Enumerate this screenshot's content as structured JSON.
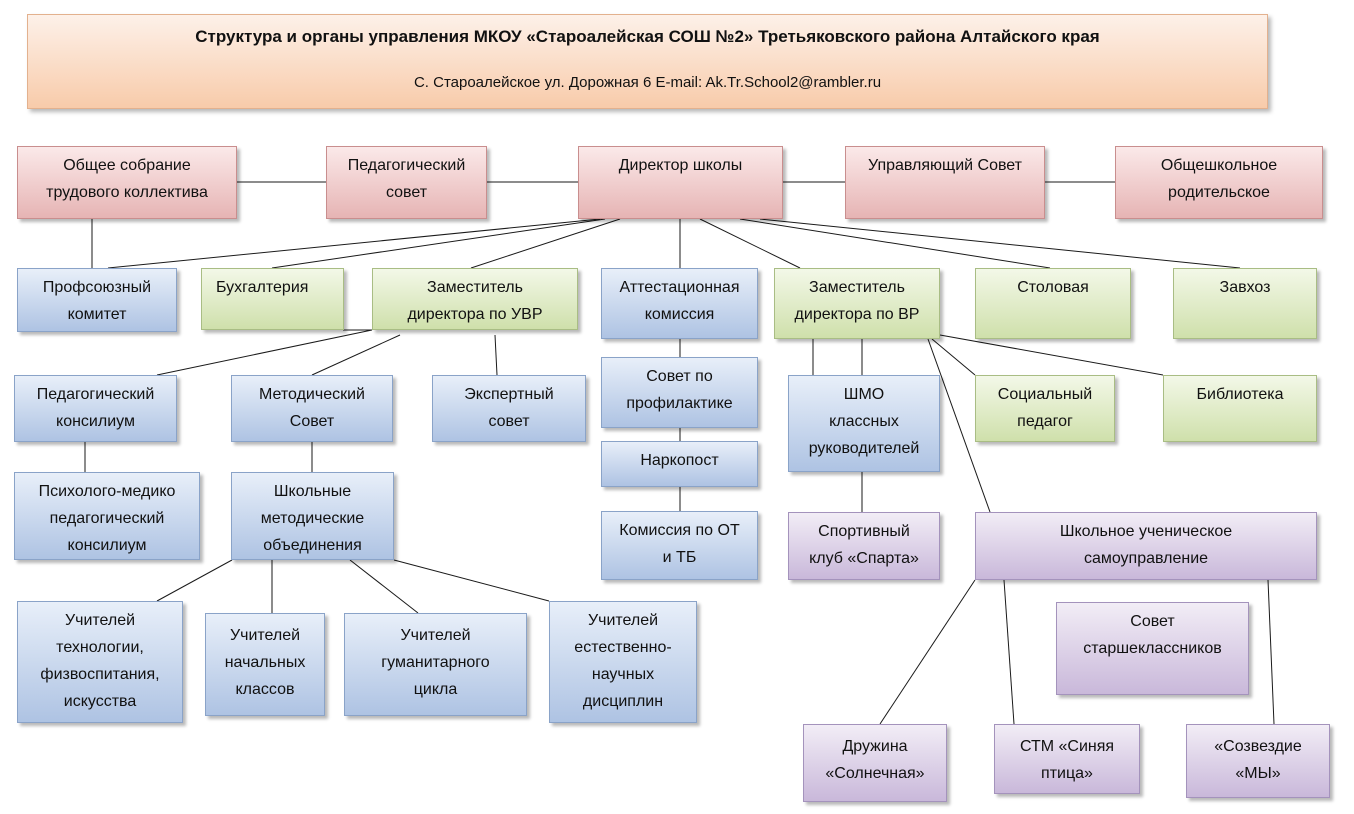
{
  "header": {
    "title": "Структура  и  органы  управления  МКОУ «Староалейская  СОШ №2» Третьяковского района Алтайского края",
    "address": "С. Староалейское  ул. Дорожная   6    E-mail: Ak.Tr.School2@rambler.ru"
  },
  "nodes": {
    "obshee_sobranie": {
      "lines": [
        "Общее собрание",
        "трудового коллектива"
      ]
    },
    "ped_sovet": {
      "lines": [
        "Педагогический",
        "совет"
      ]
    },
    "direktor": {
      "lines": [
        "Директор школы"
      ]
    },
    "upr_sovet": {
      "lines": [
        "Управляющий  Совет"
      ]
    },
    "rod_sovet": {
      "lines": [
        "Общешкольное",
        "родительское"
      ]
    },
    "profkom": {
      "lines": [
        "Профсоюзный",
        "комитет"
      ]
    },
    "buhgalteria": {
      "lines": [
        "Бухгалтерия"
      ]
    },
    "zam_uvr": {
      "lines": [
        "Заместитель",
        "директора по УВР"
      ]
    },
    "attest": {
      "lines": [
        "Аттестационная",
        "комиссия"
      ]
    },
    "zam_vr": {
      "lines": [
        "Заместитель",
        "директора по ВР"
      ]
    },
    "stolovaya": {
      "lines": [
        "Столовая"
      ]
    },
    "zavhoz": {
      "lines": [
        "Завхоз"
      ]
    },
    "ped_konsilium": {
      "lines": [
        "Педагогический",
        "консилиум"
      ]
    },
    "metod_sovet": {
      "lines": [
        "Методический",
        "Совет"
      ]
    },
    "expert": {
      "lines": [
        "Экспертный",
        "совет"
      ]
    },
    "profilaktika": {
      "lines": [
        "Совет по",
        "профилактике"
      ]
    },
    "narkopost": {
      "lines": [
        "Наркопост"
      ]
    },
    "shmo": {
      "lines": [
        "ШМО",
        "классных",
        "руководителей"
      ]
    },
    "soc_ped": {
      "lines": [
        "Социальный",
        "педагог"
      ]
    },
    "biblioteka": {
      "lines": [
        "Библиотека"
      ]
    },
    "pmpk": {
      "lines": [
        "Психолого-медико",
        "педагогический",
        "консилиум"
      ]
    },
    "shmo_ob": {
      "lines": [
        "Школьные",
        "методические",
        "объединения"
      ]
    },
    "komissia_ot": {
      "lines": [
        "Комиссия по ОТ",
        "и ТБ"
      ]
    },
    "sparta": {
      "lines": [
        "Спортивный",
        "клуб «Спарта»"
      ]
    },
    "samoupr": {
      "lines": [
        "Школьное    ученическое",
        "самоуправление"
      ]
    },
    "tech": {
      "lines": [
        "Учителей",
        "технологии,",
        "физвоспитания,",
        "искусства"
      ]
    },
    "nach": {
      "lines": [
        "Учителей",
        "начальных",
        "классов"
      ]
    },
    "gum": {
      "lines": [
        "Учителей",
        "гуманитарного",
        "цикла"
      ]
    },
    "estest": {
      "lines": [
        "Учителей",
        "естественно-",
        "научных",
        "дисциплин"
      ]
    },
    "starsheklass": {
      "lines": [
        "Совет",
        "старшеклассников"
      ]
    },
    "druzhina": {
      "lines": [
        "Дружина",
        "«Солнечная»"
      ]
    },
    "stm": {
      "lines": [
        "СТМ «Синяя",
        "птица»"
      ]
    },
    "sozvezdie": {
      "lines": [
        "«Созвездие",
        "«МЫ»"
      ]
    }
  }
}
